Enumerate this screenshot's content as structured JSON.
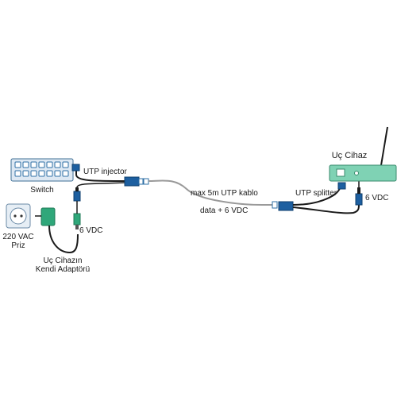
{
  "labels": {
    "switch": "Switch",
    "outlet_line1": "220 VAC",
    "outlet_line2": "Priz",
    "adapter_line1": "Uç Cihazın",
    "adapter_line2": "Kendi Adaptörü",
    "injector": "UTP injector",
    "dc_left": "6 VDC",
    "cable": "max 5m UTP kablo",
    "data_power": "data + 6 VDC",
    "splitter": "UTP splitter",
    "device": "Uç Cihaz",
    "dc_right": "6 VDC"
  },
  "colors": {
    "switch_fill": "#dde8f3",
    "switch_stroke": "#3f6f95",
    "port_stroke": "#2e6fa6",
    "connector_blue": "#1d5fa0",
    "connector_green": "#2fa77a",
    "device_fill": "#7fd2b4",
    "device_stroke": "#3a8a6d",
    "cable_dark": "#1a1a1a",
    "cable_grey": "#9a9a9a"
  }
}
